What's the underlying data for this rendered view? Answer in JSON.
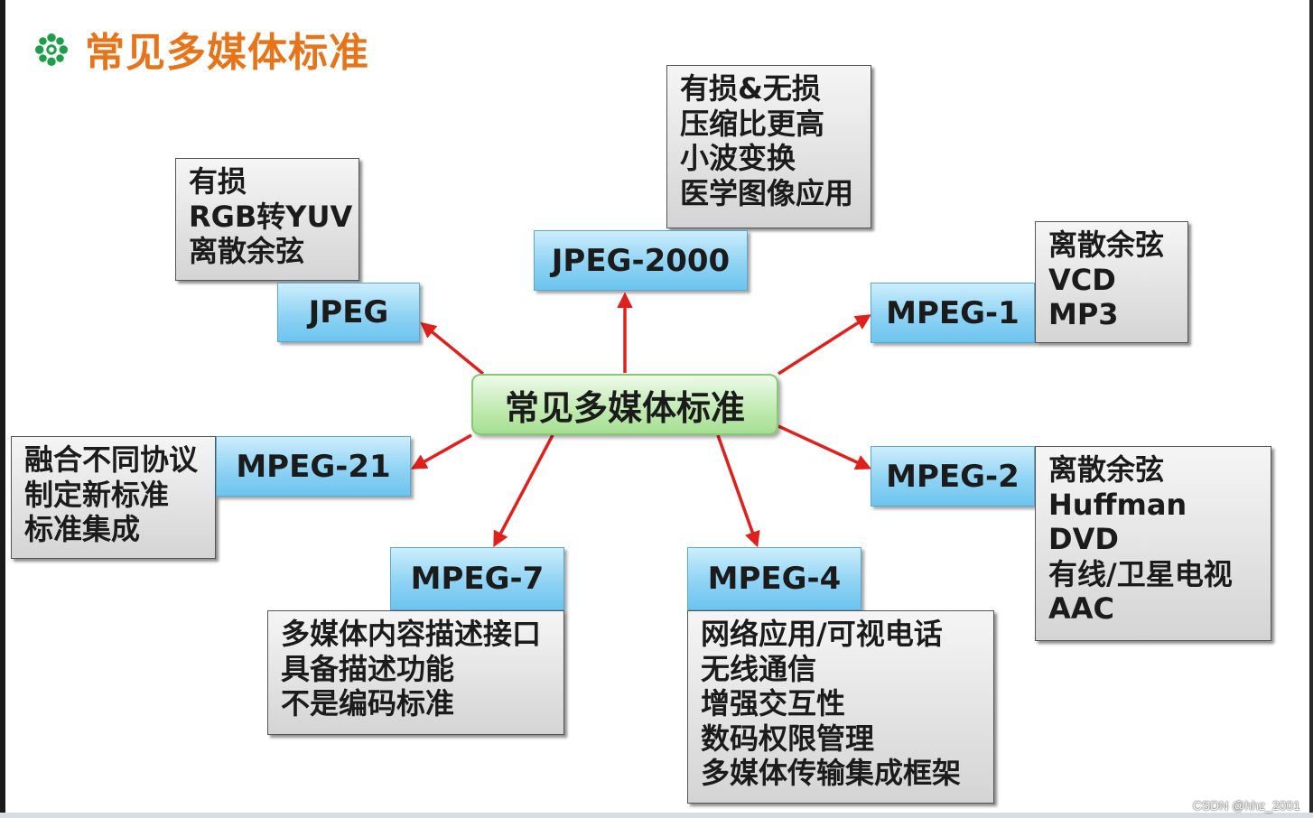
{
  "title": "常见多媒体标准",
  "center_label": "常见多媒体标准",
  "nodes": {
    "jpeg": {
      "label": "JPEG",
      "details": [
        "有损",
        "RGB转YUV",
        "离散余弦"
      ]
    },
    "jpeg2000": {
      "label": "JPEG-2000",
      "details": [
        "有损&无损",
        "压缩比更高",
        "小波变换",
        "医学图像应用"
      ]
    },
    "mpeg1": {
      "label": "MPEG-1",
      "details": [
        "离散余弦",
        "VCD",
        "MP3"
      ]
    },
    "mpeg2": {
      "label": "MPEG-2",
      "details": [
        "离散余弦",
        "Huffman",
        "DVD",
        "有线/卫星电视",
        "AAC"
      ]
    },
    "mpeg4": {
      "label": "MPEG-4",
      "details": [
        "网络应用/可视电话",
        "无线通信",
        "增强交互性",
        "数码权限管理",
        "多媒体传输集成框架"
      ]
    },
    "mpeg7": {
      "label": "MPEG-7",
      "details": [
        "多媒体内容描述接口",
        "具备描述功能",
        "不是编码标准"
      ]
    },
    "mpeg21": {
      "label": "MPEG-21",
      "details": [
        "融合不同协议",
        "制定新标准",
        "标准集成"
      ]
    }
  },
  "colors": {
    "title": "#e8741a",
    "arrow": "#e0201c",
    "standard_box": "#8fd3f4",
    "center_box": "#bfeab0",
    "detail_box": "#d9d9d9",
    "icon": "#1e9e4a"
  },
  "title_icon": "green-flower-bullet-icon",
  "watermark": "CSDN @hhz_2001"
}
